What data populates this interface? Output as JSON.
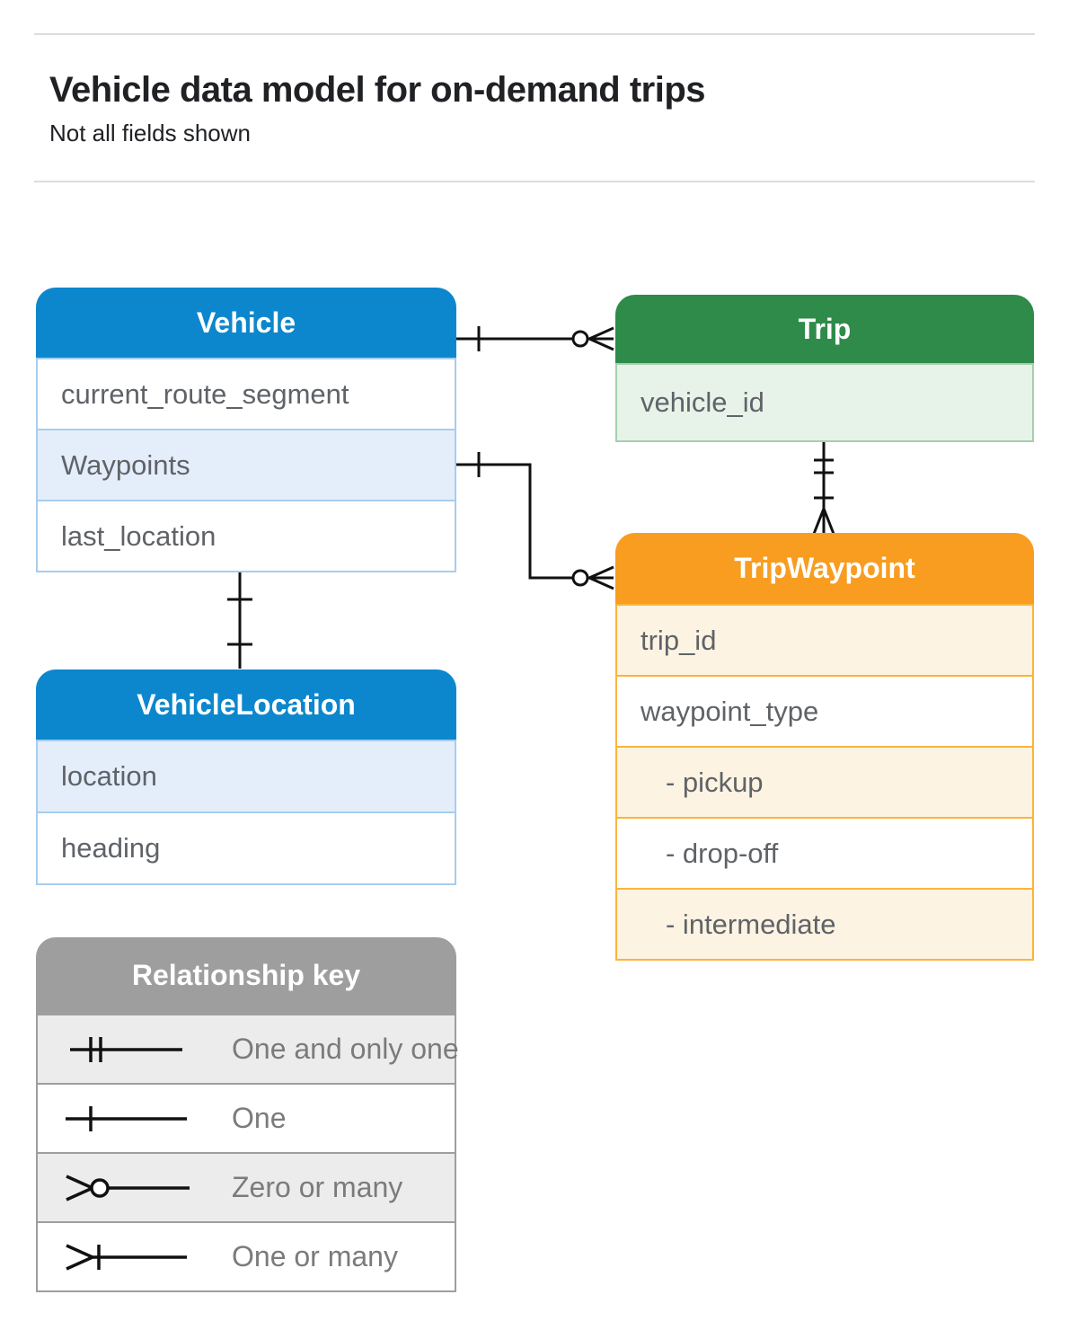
{
  "page": {
    "title": "Vehicle data model for on-demand trips",
    "subtitle": "Not all fields shown"
  },
  "tables": {
    "vehicle": {
      "title": "Vehicle",
      "rows": [
        {
          "label": "current_route_segment"
        },
        {
          "label": "Waypoints"
        },
        {
          "label": "last_location"
        }
      ]
    },
    "trip": {
      "title": "Trip",
      "rows": [
        {
          "label": "vehicle_id"
        }
      ]
    },
    "trip_waypoint": {
      "title": "TripWaypoint",
      "rows": [
        {
          "label": "trip_id"
        },
        {
          "label": "waypoint_type"
        },
        {
          "label": "- pickup"
        },
        {
          "label": "- drop-off"
        },
        {
          "label": "- intermediate"
        }
      ]
    },
    "vehicle_location": {
      "title": "VehicleLocation",
      "rows": [
        {
          "label": "location"
        },
        {
          "label": "heading"
        }
      ]
    }
  },
  "legend": {
    "title": "Relationship key",
    "items": [
      {
        "symbol": "one-and-only-one",
        "label": "One and only one"
      },
      {
        "symbol": "one",
        "label": "One"
      },
      {
        "symbol": "zero-or-many",
        "label": "Zero or many"
      },
      {
        "symbol": "one-or-many",
        "label": "One or many"
      }
    ]
  },
  "relationships": [
    {
      "from": "Vehicle",
      "to": "Trip",
      "from_cardinality": "one",
      "to_cardinality": "zero-or-many"
    },
    {
      "from": "Vehicle.Waypoints",
      "to": "TripWaypoint",
      "from_cardinality": "one",
      "to_cardinality": "zero-or-many"
    },
    {
      "from": "Trip",
      "to": "TripWaypoint",
      "from_cardinality": "one-and-only-one",
      "to_cardinality": "one-or-many"
    },
    {
      "from": "Vehicle",
      "to": "VehicleLocation",
      "from_cardinality": "one",
      "to_cardinality": "one"
    }
  ],
  "colors": {
    "blue": "#0c87cd",
    "blue-row": "#e4eefb",
    "blue-border": "#a6cdee",
    "green": "#2e8b4a",
    "green-row": "#e7f2e9",
    "green-border": "#a5cfae",
    "orange": "#f89d20",
    "orange-row": "#fdf3e2",
    "orange-border": "#fbb43a",
    "gray": "#9e9e9e",
    "gray-row": "#ececec",
    "text-dark": "#202124",
    "text-row": "#5f6368",
    "line": "#111111"
  }
}
